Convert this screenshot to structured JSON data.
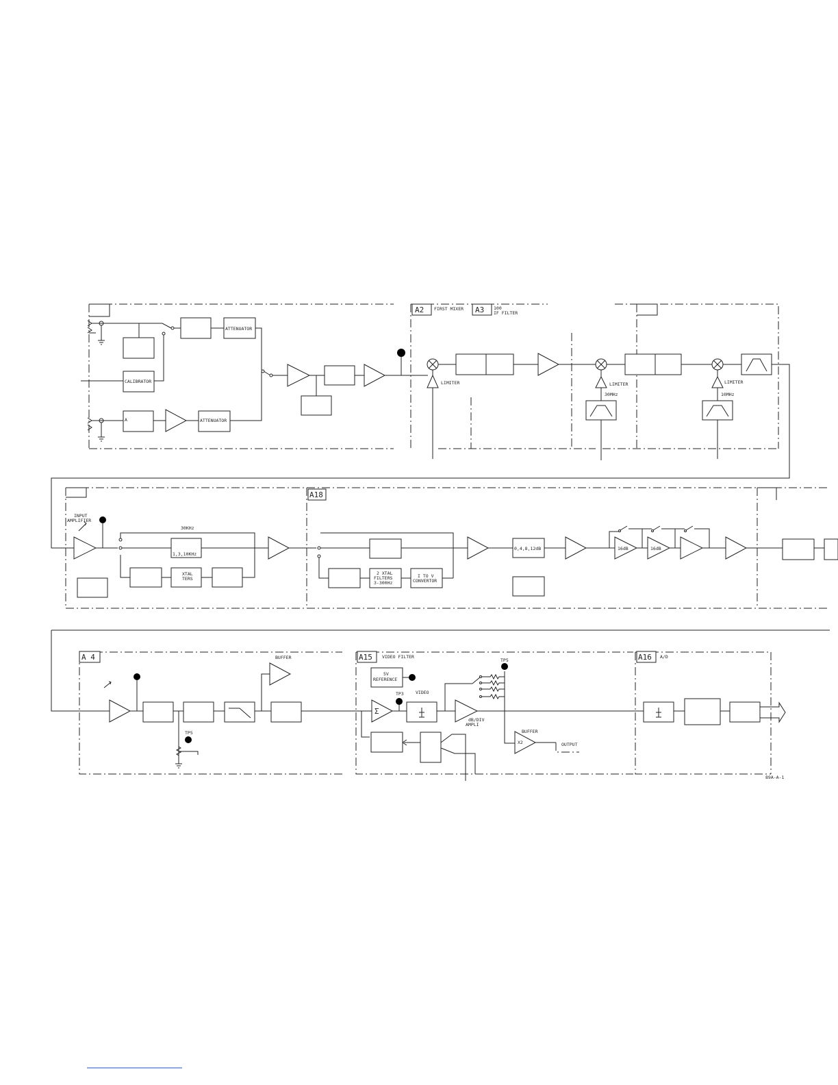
{
  "modules": {
    "a2": "A2",
    "a2_title": "FIRST MIXER",
    "a3": "A3",
    "a3_title_1": "100",
    "a3_title_2": "IF FILTER",
    "a18": "A18",
    "a4": "A 4",
    "a15": "A15",
    "a15_title": "VIDEO FILTER",
    "a16": "A16",
    "a16_title": "A/D"
  },
  "labels": {
    "calibrator": "CALIBRATOR",
    "attenuator_1": "ATTENUATOR",
    "attenuator_2": "ATTENUATOR",
    "input_a": "A",
    "limiter_1": "LIMITER",
    "limiter_2": "LIMITER",
    "limiter_3": "LIMITER",
    "lo_30mhz": "30MHz",
    "lo_10mhz": "10MHz",
    "input_amp_1": "INPUT",
    "input_amp_2": "AMPLIFIER",
    "khz_30": "30KHz",
    "khz_filter": "1,3,10KHz",
    "xtal_1": "XTAL",
    "xtal_2": "TERS",
    "xtal2_1": "2 XTAL",
    "xtal2_2": "FILTERS",
    "xtal2_3": "3-300Hz",
    "itov_1": "I TO V",
    "itov_2": "CONVERTOR",
    "step_atten": "0,4,8,12dB",
    "gain_16a": "16dB",
    "gain_16b": "16dB",
    "buffer_1": "BUFFER",
    "tp_a4": "TP5",
    "ref_1": "5V",
    "ref_2": "REFERENCE",
    "tp3": "TP3",
    "video": "VIDEO",
    "sigma": "Σ",
    "tp_a15": "TP5",
    "db_div_1": "dB/DIV",
    "db_div_2": "AMPLI",
    "buffer_2": "BUFFER",
    "x2": "X2",
    "output": "OUTPUT",
    "fig_id": "89A-A-1"
  },
  "colors": {
    "ink": "#222222",
    "link": "#1f4fbf"
  }
}
